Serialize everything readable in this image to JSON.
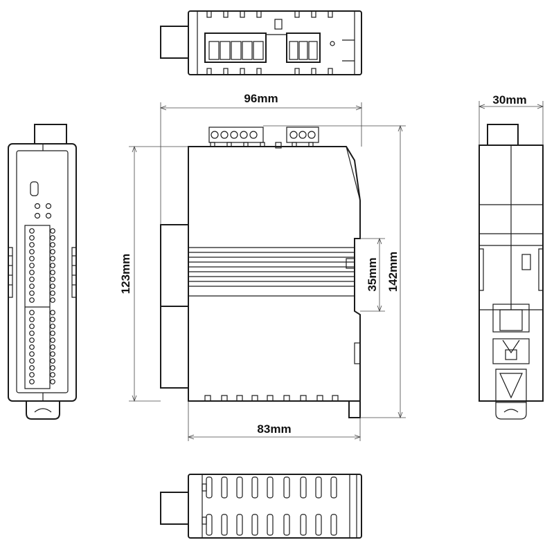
{
  "dimensions": {
    "width_96": "96mm",
    "height_123": "123mm",
    "height_35": "35mm",
    "height_142": "142mm",
    "depth_83": "83mm",
    "depth_30": "30mm"
  },
  "colors": {
    "line": "#1a1a1a",
    "dimension_line": "#444444",
    "background": "#ffffff"
  }
}
